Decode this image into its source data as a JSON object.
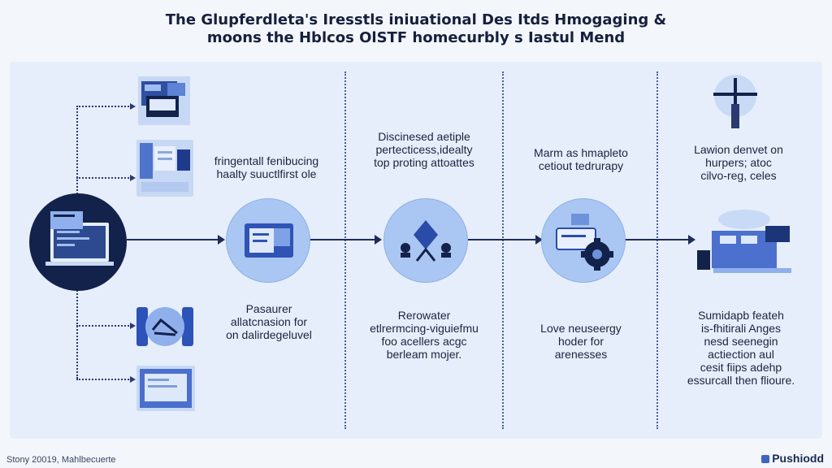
{
  "header": {
    "title_line1": "The Glupferdleta's Iresstls iniuational Des Itds Hmogaging &",
    "title_line2": "moons the Hblcos OlSTF homecurbly s Iastul Mend"
  },
  "stages": {
    "s1_top_line1": "fringentall fenibucing",
    "s1_top_line2": "haalty suuctlfirst ole",
    "s1_bottom_line1": "Pasaurer",
    "s1_bottom_line2": "allatcnasion for",
    "s1_bottom_line3": "on dalirdegeluvel",
    "s2_top_line1": "Discinesed aetiple",
    "s2_top_line2": "pertecticess,idealty",
    "s2_top_line3": "top proting attoattes",
    "s2_bottom_line1": "Rerowater",
    "s2_bottom_line2": "etlrermcing-viguiefmu",
    "s2_bottom_line3": "foo acellers acgc",
    "s2_bottom_line4": "berleam mojer.",
    "s3_top_line1": "Marm as hmapleto",
    "s3_top_line2": "cetiout tedrurapy",
    "s3_bottom_line1": "Love neuseergy",
    "s3_bottom_line2": "hoder for",
    "s3_bottom_line3": "arenesses",
    "s4_top_line1": "Lawion denvet on",
    "s4_top_line2": "hurpers; atoc",
    "s4_top_line3": "cilvo-reg, celes",
    "s4_bottom_line1": "Sumidapb feateh",
    "s4_bottom_line2": "is-fhitirali Anges",
    "s4_bottom_line3": "nesd seenegin",
    "s4_bottom_line4": "actiection aul",
    "s4_bottom_line5": "cesit fiips adehp",
    "s4_bottom_line6": "essurcall then flioure."
  },
  "footer": {
    "left": "Stony 20019, Mahlbecuerte",
    "right": "Pushiodd"
  },
  "colors": {
    "hub": "#13224a",
    "node": "#aac6f3",
    "panel": "#e6eefb",
    "accent": "#3f64c4"
  },
  "icons": [
    "laptop-icon",
    "dashboard-icon",
    "ai-network-icon",
    "gear-icon",
    "wind-turbine-icon",
    "factory-icon",
    "link-icon"
  ]
}
